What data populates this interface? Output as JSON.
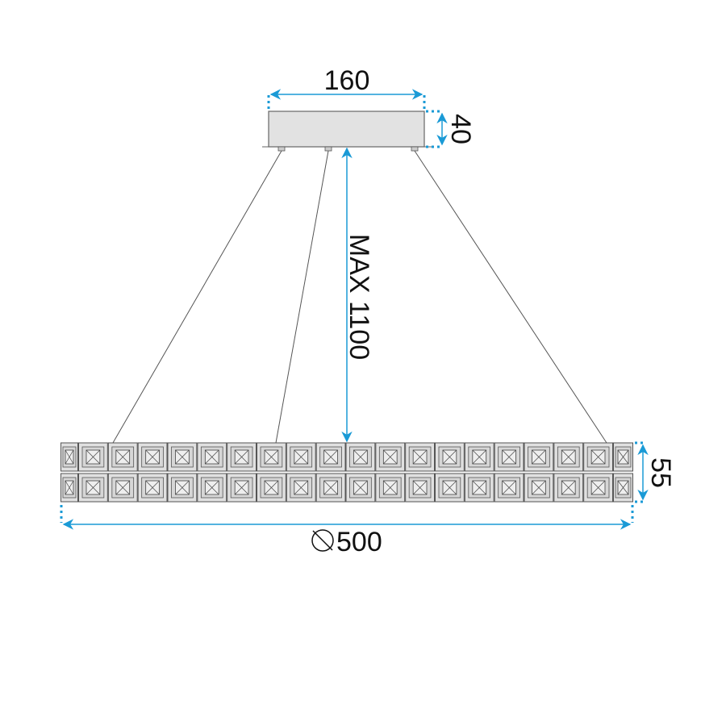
{
  "title": "Pendant lamp dimension drawing",
  "dimensions": {
    "canopy_width": "160",
    "canopy_height": "40",
    "max_drop": "MAX 1100",
    "ring_height": "55",
    "ring_diameter": "500"
  },
  "colors": {
    "dimension_line": "#1a9ad6",
    "body_fill": "#e2e2e2",
    "outline": "#555555"
  }
}
